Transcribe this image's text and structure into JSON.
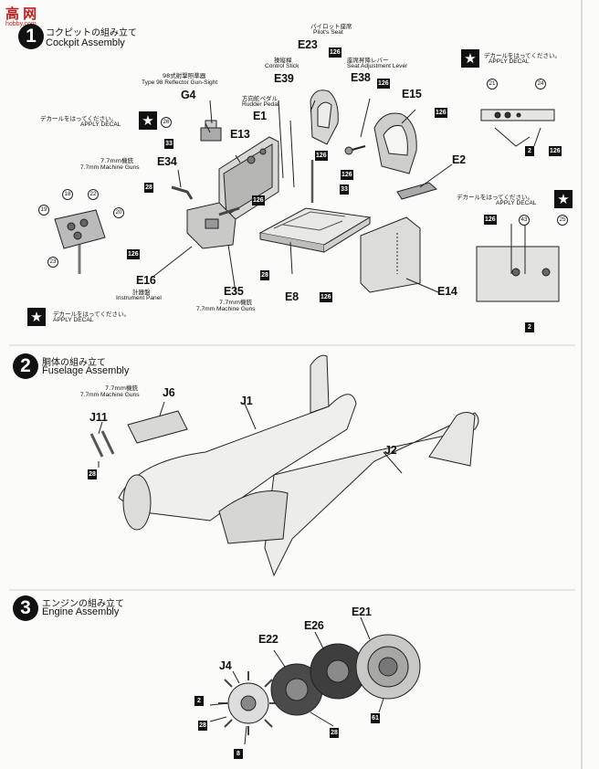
{
  "watermark": {
    "brand": "高 网",
    "url": "hobby.com"
  },
  "steps": [
    {
      "number": "1",
      "title_jp": "コクピットの組み立て",
      "title_en": "Cockpit Assembly"
    },
    {
      "number": "2",
      "title_jp": "胴体の組み立て",
      "title_en": "Fuselage Assembly"
    },
    {
      "number": "3",
      "title_jp": "エンジンの組み立て",
      "title_en": "Engine Assembly"
    }
  ],
  "decal_notes": [
    {
      "jp": "デカールをはってください。",
      "en": "APPLY DECAL"
    },
    {
      "jp": "デカールをはってください。",
      "en": "APPLY DECAL"
    },
    {
      "jp": "デカールをはってください。",
      "en": "APPLY DECAL"
    },
    {
      "jp": "デカールをはってください。",
      "en": "APPLY DECAL"
    }
  ],
  "step1_parts": {
    "G4": "G4",
    "E13": "E13",
    "E1": "E1",
    "E39": "E39",
    "E23": "E23",
    "E38": "E38",
    "E15": "E15",
    "E2": "E2",
    "E34": "E34",
    "E16": "E16",
    "E35": "E35",
    "E8": "E8",
    "E14": "E14"
  },
  "step1_names": {
    "gunsight_jp": "98式射撃照準器",
    "gunsight_en": "Type 98 Reflector Gun-Sight",
    "rudder_jp": "方向舵ペダル",
    "rudder_en": "Rudder Pedal",
    "stick_jp": "操縦桿",
    "stick_en": "Control Stick",
    "seat_jp": "パイロット座席",
    "seat_en": "Pilot's Seat",
    "lever_jp": "座席昇降レバー",
    "lever_en": "Seat Adjustment Lever",
    "mg_jp": "7.7mm機銃",
    "mg_en": "7.7mm Machine Guns",
    "mg2_jp": "7.7mm機銃",
    "mg2_en": "7.7mm Machine Guns",
    "panel_jp": "計器盤",
    "panel_en": "Instrument Panel"
  },
  "step1_paint": {
    "p126a": "126",
    "p126b": "126",
    "p126c": "126",
    "p126d": "126",
    "p126e": "126",
    "p126f": "126",
    "p126g": "126",
    "p126h": "126",
    "p126i": "126",
    "p126j": "126",
    "p33a": "33",
    "p33b": "33",
    "p28a": "28",
    "p28b": "28",
    "p2a": "2",
    "p2b": "2"
  },
  "step1_decals": {
    "d26": "26",
    "d18": "18",
    "d22": "22",
    "d19": "19",
    "d20": "20",
    "d23": "23",
    "d21": "21",
    "d24": "24",
    "d43": "43",
    "d25": "25"
  },
  "step2": {
    "J6": "J6",
    "J1": "J1",
    "J11": "J11",
    "J2": "J2",
    "p28": "28",
    "mg_jp": "7.7mm機銃",
    "mg_en": "7.7mm Machine Guns"
  },
  "step3": {
    "E21": "E21",
    "E26": "E26",
    "E22": "E22",
    "J4": "J4",
    "p2": "2",
    "p28a": "28",
    "p8": "8",
    "p28b": "28",
    "p61": "61"
  }
}
